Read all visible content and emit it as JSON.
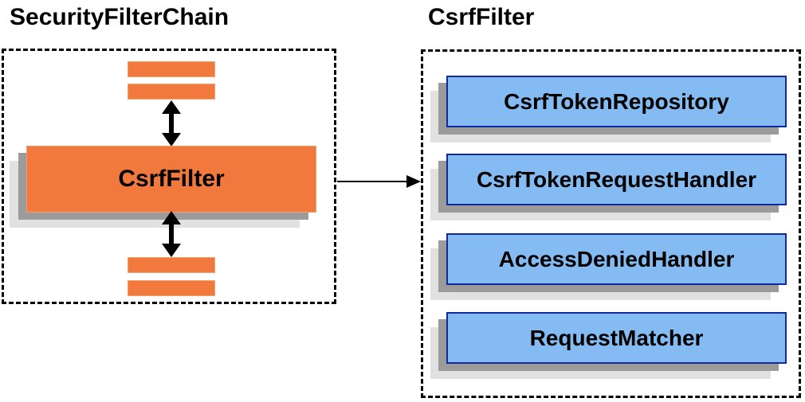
{
  "titles": {
    "left": "SecurityFilterChain",
    "right": "CsrfFilter"
  },
  "left_panel": {
    "node_label": "CsrfFilter"
  },
  "right_panel": {
    "components": [
      "CsrfTokenRepository",
      "CsrfTokenRequestHandler",
      "AccessDeniedHandler",
      "RequestMatcher"
    ]
  },
  "colors": {
    "orange": "#F2793D",
    "orange_edge": "#F59E6F",
    "blue_fill": "#84BBF2",
    "blue_border": "#12299D",
    "shadow_dark": "#9B9B9B",
    "shadow_light": "#E1E1E1",
    "ink": "#000000",
    "bg": "#FFFFFF"
  }
}
